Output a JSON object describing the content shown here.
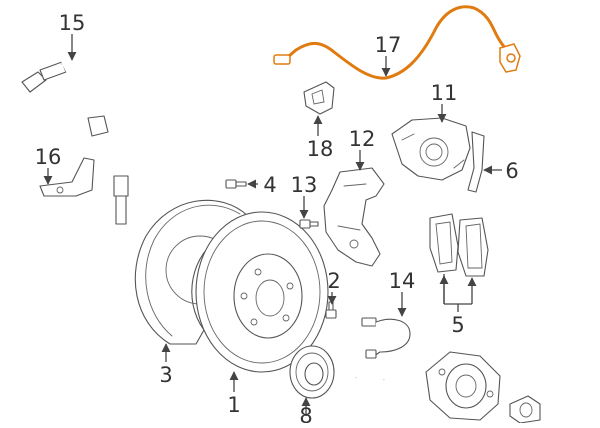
{
  "diagram": {
    "highlight_color": "#e07b10",
    "line_color": "#555555",
    "callouts": [
      {
        "id": "callout-1",
        "label": "1",
        "part": "brake-rotor"
      },
      {
        "id": "callout-2",
        "label": "2",
        "part": "rotor-screw"
      },
      {
        "id": "callout-3",
        "label": "3",
        "part": "splash-shield"
      },
      {
        "id": "callout-4",
        "label": "4",
        "part": "shield-bolt"
      },
      {
        "id": "callout-5",
        "label": "5",
        "part": "brake-pads"
      },
      {
        "id": "callout-6",
        "label": "6",
        "part": "caliper-spring"
      },
      {
        "id": "callout-8",
        "label": "8",
        "part": "wheel-bearing"
      },
      {
        "id": "callout-11",
        "label": "11",
        "part": "brake-caliper"
      },
      {
        "id": "callout-12",
        "label": "12",
        "part": "caliper-bracket"
      },
      {
        "id": "callout-13",
        "label": "13",
        "part": "bracket-bolt"
      },
      {
        "id": "callout-14",
        "label": "14",
        "part": "pad-wear-sensor"
      },
      {
        "id": "callout-15",
        "label": "15",
        "part": "brake-hose"
      },
      {
        "id": "callout-16",
        "label": "16",
        "part": "hose-bracket"
      },
      {
        "id": "callout-17",
        "label": "17",
        "part": "abs-sensor"
      },
      {
        "id": "callout-18",
        "label": "18",
        "part": "sensor-clip"
      }
    ]
  }
}
